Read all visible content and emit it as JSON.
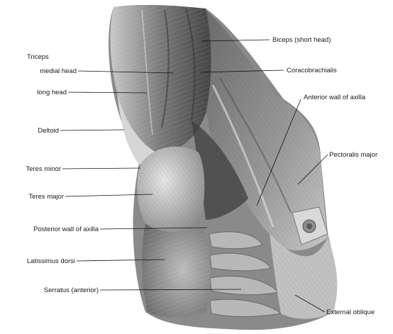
{
  "figure": {
    "group_label": "Triceps",
    "labels": {
      "medial_head": "medial head",
      "long_head": "long head",
      "deltoid": "Deltoid",
      "teres_minor": "Teres minor",
      "teres_major": "Teres major",
      "posterior_wall": "Posterior wall of axilla",
      "latissimus": "Latissimus dorsi",
      "serratus": "Serratus (anterior)",
      "biceps": "Biceps (short head)",
      "coracobrachialis": "Coracobrachialis",
      "anterior_wall": "Anterior wall of axilla",
      "pectoralis": "Pectoralis major",
      "external_oblique": "External oblique"
    }
  }
}
